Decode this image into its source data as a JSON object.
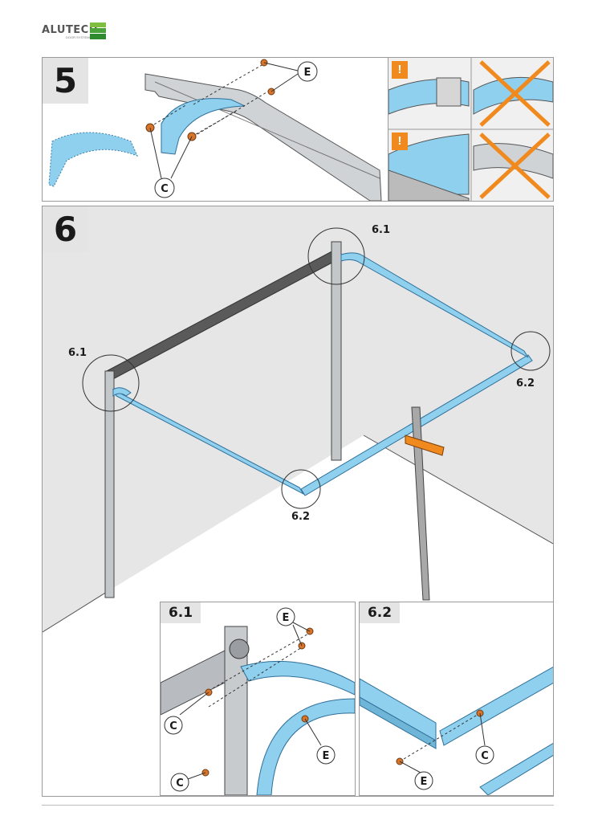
{
  "brand": {
    "name": "ALUTECH",
    "tagline": "DOOR SYSTEMS"
  },
  "step5": {
    "number": "5",
    "callouts": {
      "E": "E",
      "C": "C"
    },
    "warnings": [
      "!",
      "!"
    ]
  },
  "step6": {
    "number": "6",
    "labels": {
      "d61a": "6.1",
      "d61b": "6.1",
      "d62a": "6.2",
      "d62b": "6.2"
    }
  },
  "detail61": {
    "title": "6.1",
    "callouts": {
      "E": "E",
      "C1": "C",
      "E2": "E",
      "C2": "C"
    }
  },
  "detail62": {
    "title": "6.2",
    "callouts": {
      "C": "C",
      "E": "E"
    }
  },
  "colors": {
    "accent_blue": "#8fd0ee",
    "warning_orange": "#f08a1e",
    "brand_green": "#5cb85c"
  }
}
